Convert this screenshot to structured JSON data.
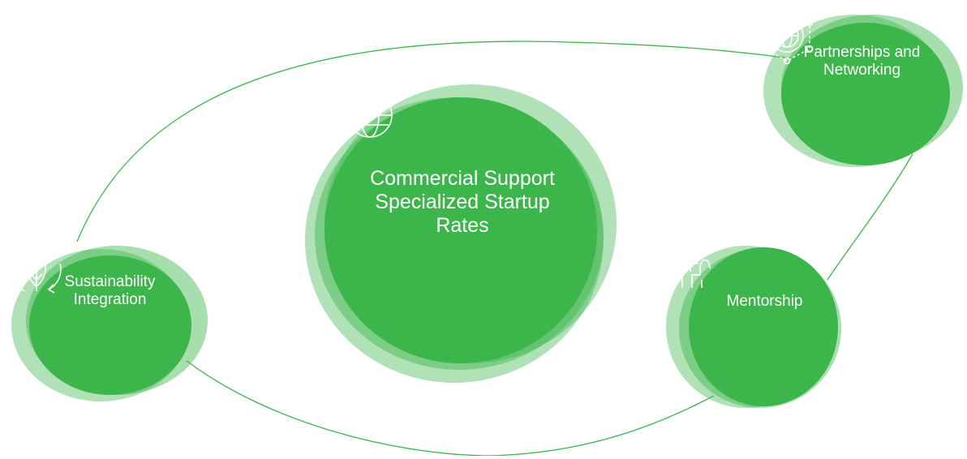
{
  "colors": {
    "primary": "#3cb54a",
    "light": "#a8d8a0",
    "mid": "#7cc576",
    "line": "#3cb54a",
    "text": "#ffffff"
  },
  "nodes": {
    "commercial": {
      "icon": "dollar-city-globe-icon",
      "label_lines": [
        "Commercial Support",
        "Specialized Startup",
        "Rates"
      ]
    },
    "partnerships": {
      "icon": "network-globe-icon",
      "label_lines": [
        "Partnerships and",
        "Networking"
      ]
    },
    "sustainability": {
      "icon": "recycle-leaf-icon",
      "label_lines": [
        "Sustainability",
        "Integration"
      ]
    },
    "mentorship": {
      "icon": "meeting-people-icon",
      "label_lines": [
        "Mentorship"
      ]
    }
  }
}
